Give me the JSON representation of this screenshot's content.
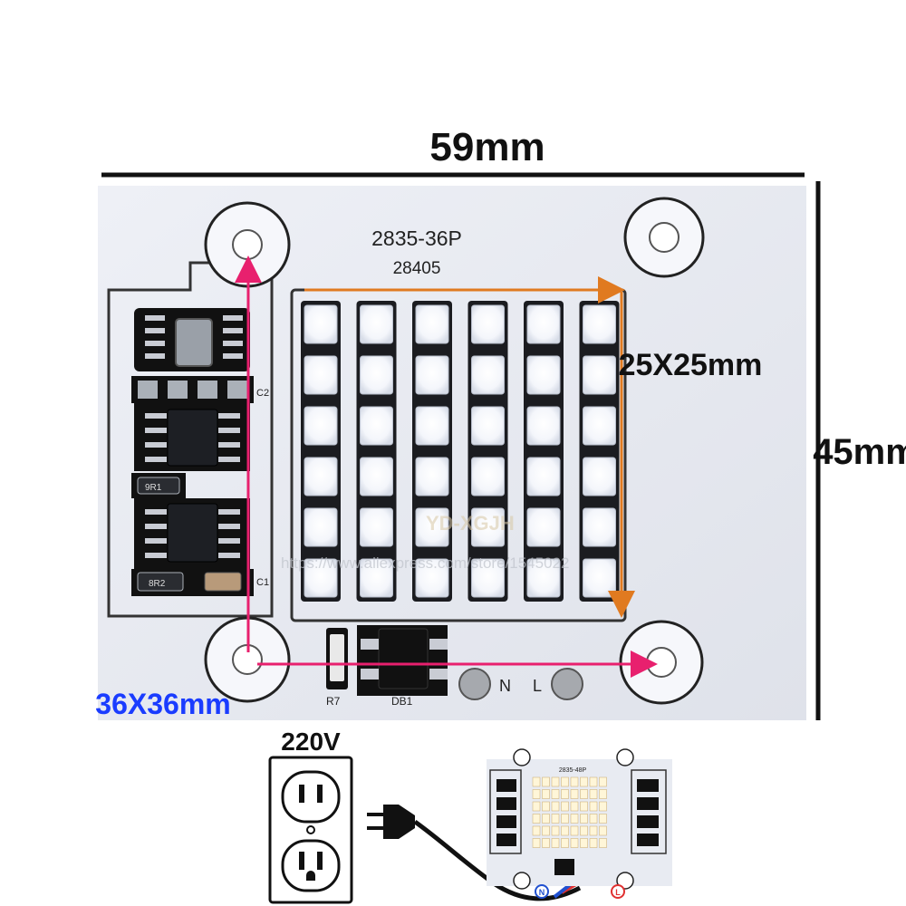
{
  "dimensions": {
    "width_label": "59mm",
    "height_label": "45mm",
    "led_area_label": "25X25mm",
    "mount_label": "36X36mm"
  },
  "board": {
    "model": "2835-36P",
    "code": "28405",
    "terminal_n": "N",
    "terminal_l": "L",
    "silk_r7": "R7",
    "silk_db1": "DB1",
    "silk_c1": "C1",
    "silk_c2": "C2",
    "silk_9r1": "9R1",
    "silk_8r2": "8R2",
    "watermark": "YD-XGJH",
    "watermark_url": "https://www.aliexpress.com/store/1545022"
  },
  "power": {
    "voltage_label": "220V",
    "mini_model": "2835-48P",
    "mini_n": "N",
    "mini_l": "L"
  },
  "colors": {
    "accent_arrow": "#e8206e",
    "led_area_marker": "#e07a20",
    "mount_label_color": "#1a3cff"
  }
}
